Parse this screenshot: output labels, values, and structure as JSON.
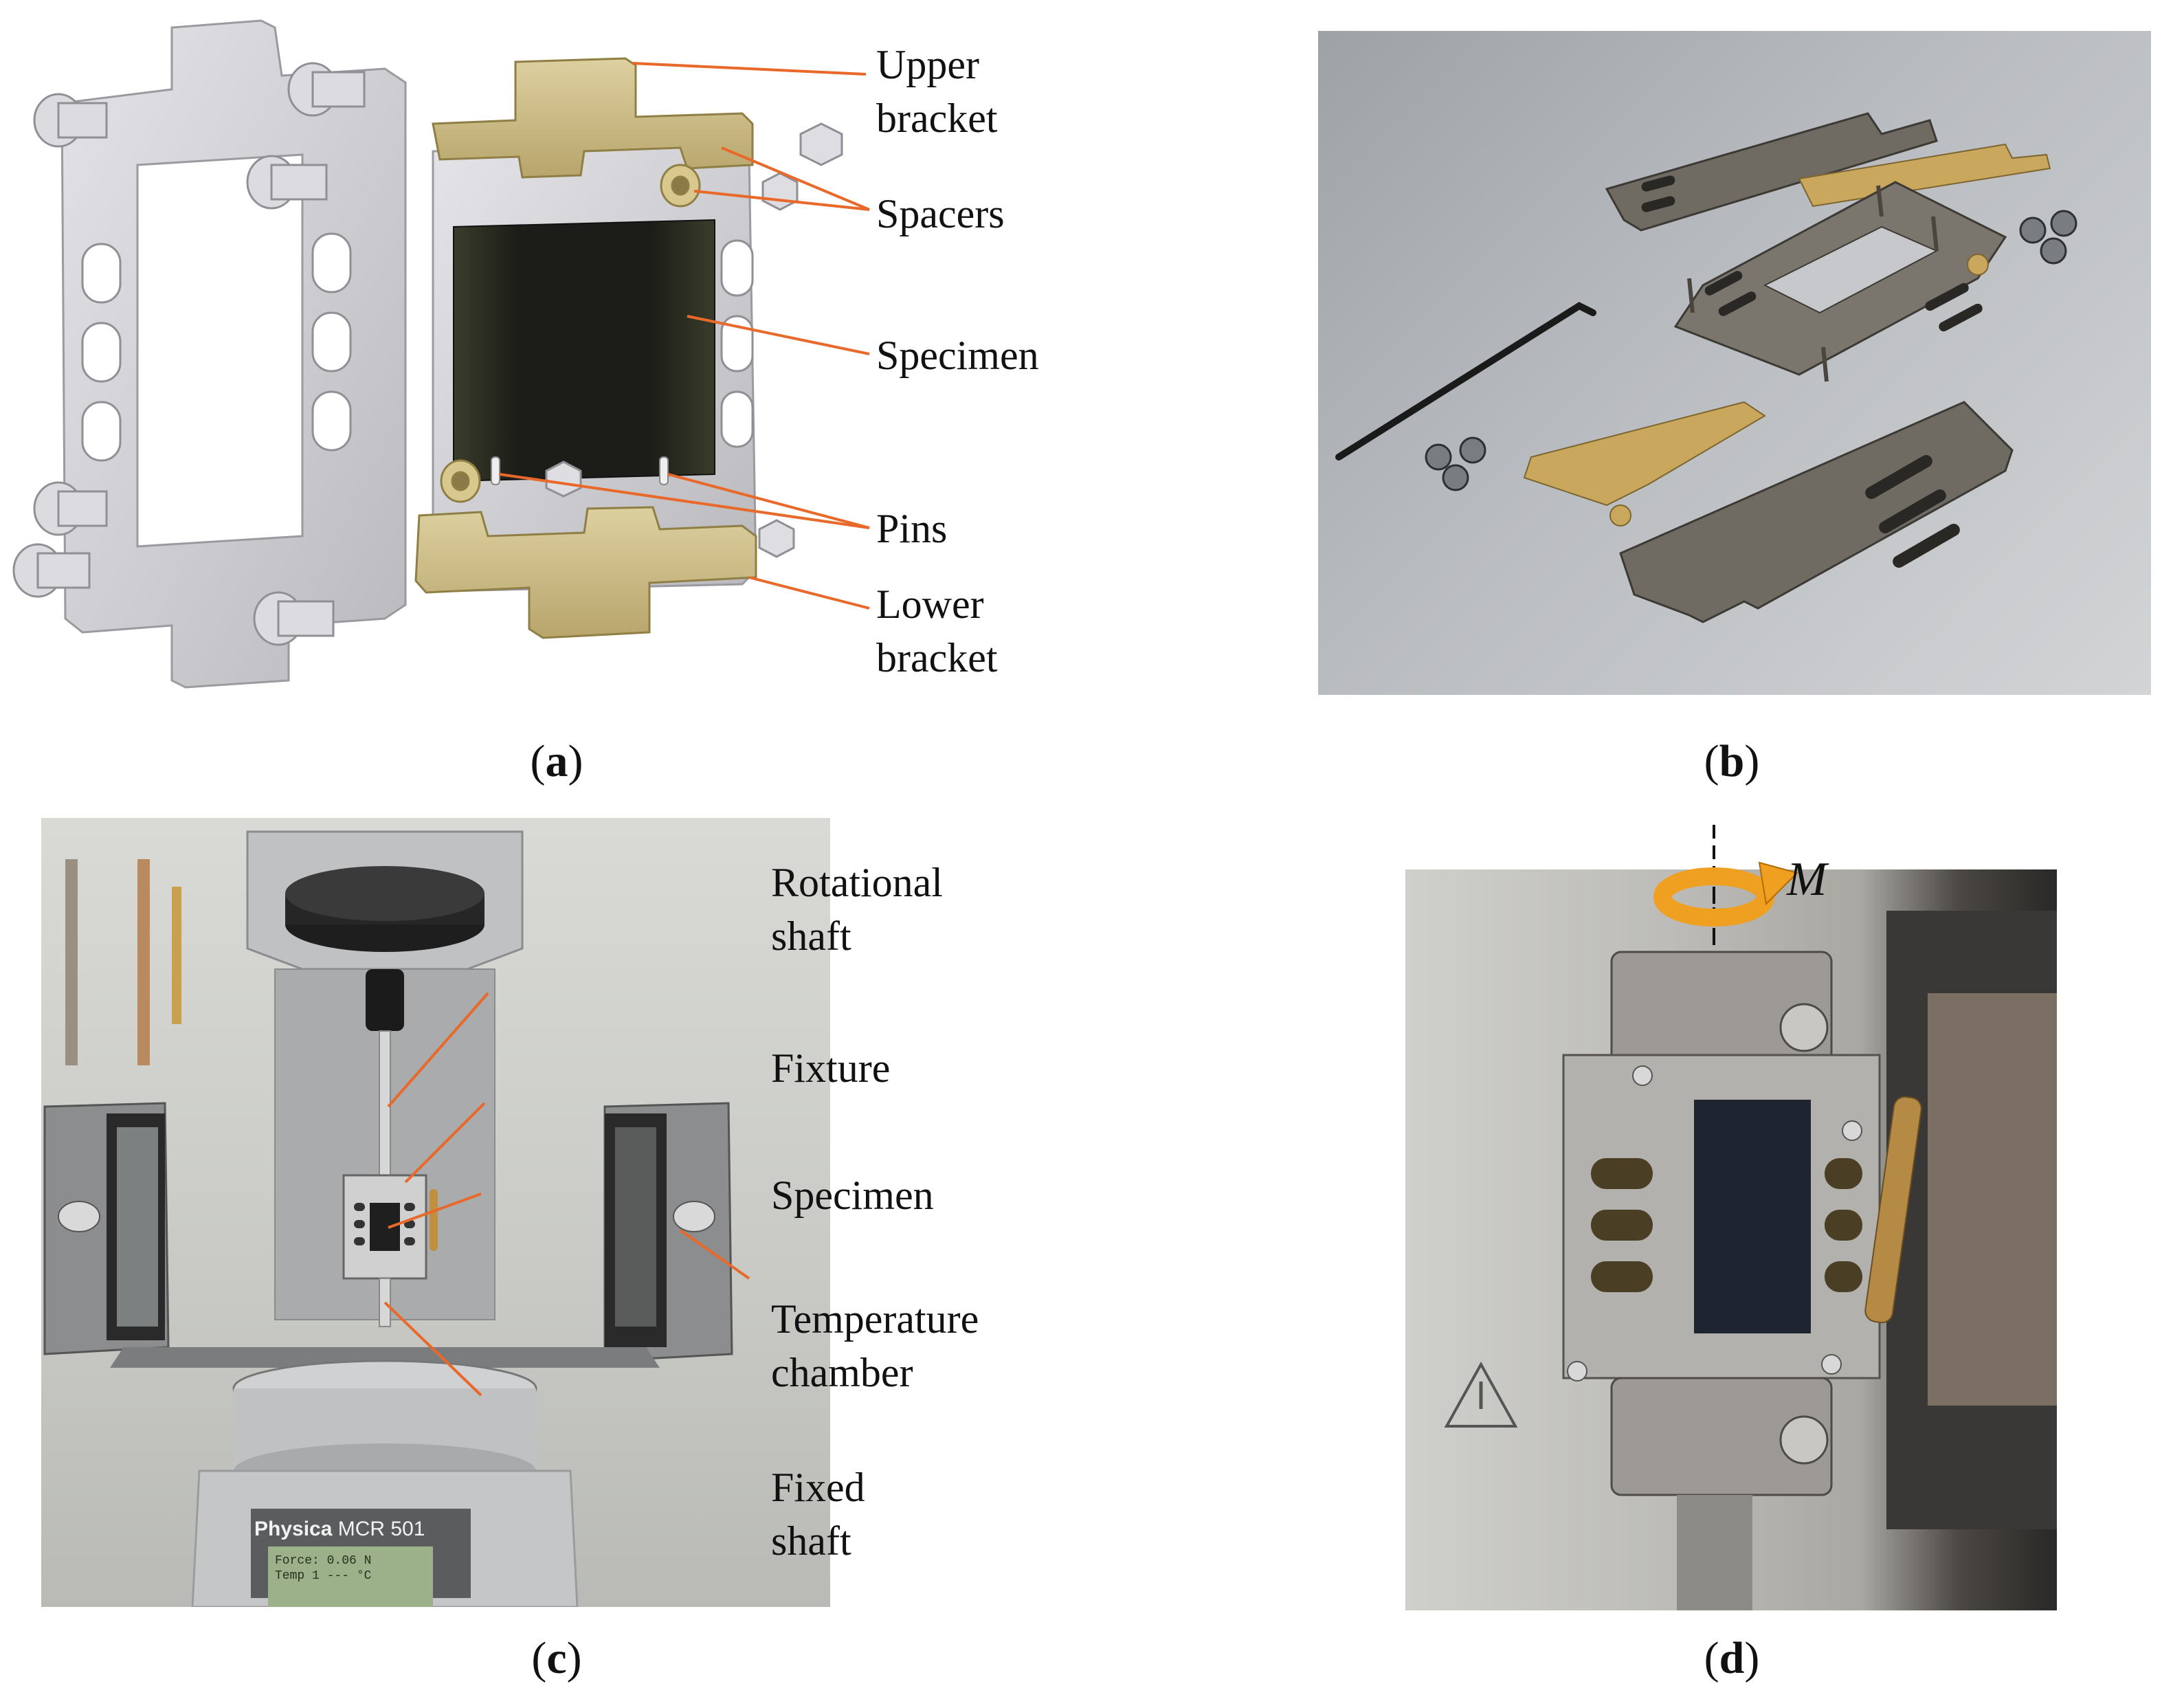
{
  "panels": {
    "a": {
      "caption_letter": "a",
      "labels": {
        "upper_bracket": [
          "Upper",
          "bracket"
        ],
        "spacers": "Spacers",
        "specimen": "Specimen",
        "pins": "Pins",
        "lower_bracket": [
          "Lower",
          "bracket"
        ]
      }
    },
    "b": {
      "caption_letter": "b"
    },
    "c": {
      "caption_letter": "c",
      "labels": {
        "rotational_shaft": [
          "Rotational",
          "shaft"
        ],
        "fixture": "Fixture",
        "specimen": "Specimen",
        "temperature_chamber": [
          "Temperature",
          "chamber"
        ],
        "fixed_shaft": [
          "Fixed",
          "shaft"
        ]
      },
      "device_text": {
        "brand": "Physica",
        "model": "MCR 501",
        "lcd_line1": "Force:    0.06 N",
        "lcd_line2": "Temp 1      --- °C"
      }
    },
    "d": {
      "caption_letter": "d",
      "moment_label": "M"
    }
  },
  "colors": {
    "leader_line": "#e8692a",
    "bracket_gray": "#c8c8cc",
    "spacer_gold": "#c9b77a",
    "specimen_dark": "#22231d",
    "moment_arrow": "#f0a020"
  }
}
